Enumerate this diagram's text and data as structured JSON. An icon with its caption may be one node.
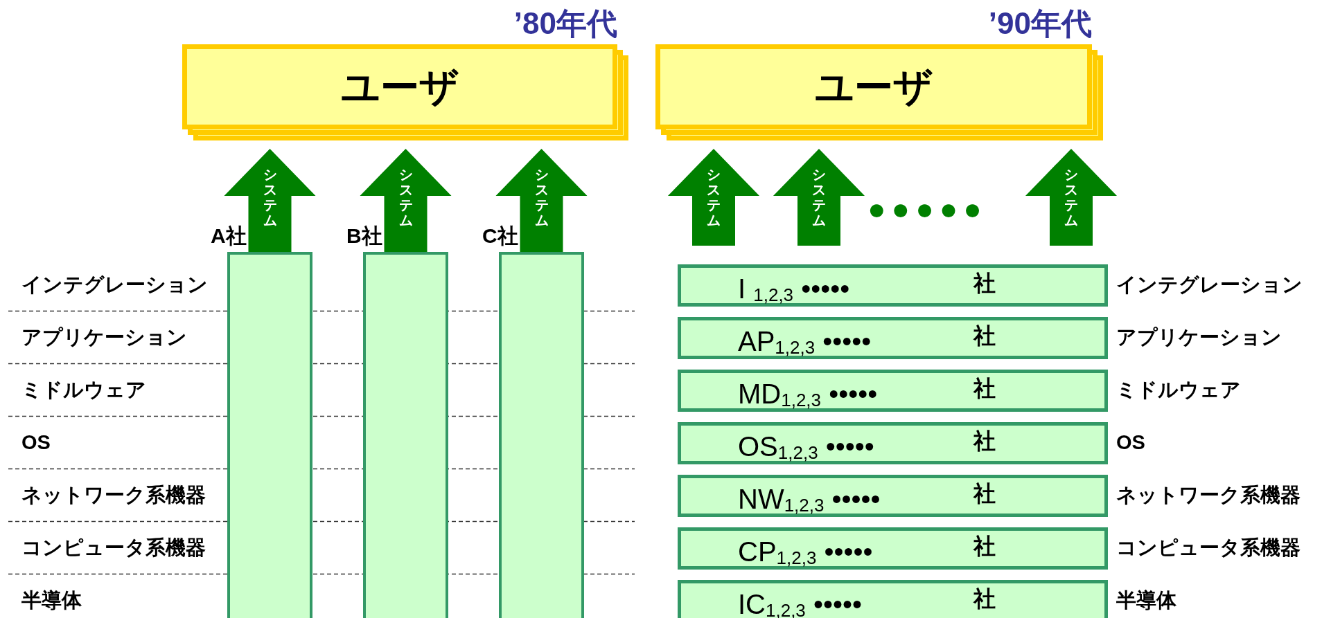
{
  "diagram": {
    "nodes": [
      {
        "text": [
          "ユーザ"
        ],
        "beside": [
          "’80年代"
        ]
      },
      {
        "text": [
          "ユーザ"
        ],
        "beside": [
          "’90年代"
        ]
      },
      {
        "text": [],
        "shape": "bar",
        "beside": [
          "A社"
        ]
      },
      {
        "text": [],
        "shape": "bar",
        "beside": [
          "B社"
        ]
      },
      {
        "text": [],
        "shape": "bar",
        "beside": [
          "C社"
        ]
      },
      {
        "text": [
          "I $_{1,2,3}$ •••••",
          "社"
        ]
      },
      {
        "text": [
          "AP$_{1,2,3}$ •••••",
          "社"
        ]
      },
      {
        "text": [
          "MD$_{1,2,3}$ •••••",
          "社"
        ]
      },
      {
        "text": [
          "OS$_{1,2,3}$ •••••",
          "社"
        ]
      },
      {
        "text": [
          "NW$_{1,2,3}$ •••••",
          "社"
        ]
      },
      {
        "text": [
          "CP$_{1,2,3}$ •••••",
          "社"
        ]
      },
      {
        "text": [
          "IC$_{1,2,3}$ •••••",
          "社"
        ]
      }
    ],
    "edges": [
      {
        "from": 2,
        "to": 0,
        "arrow": "to",
        "label": "システム"
      },
      {
        "from": 3,
        "to": 0,
        "arrow": "to",
        "label": "システム"
      },
      {
        "from": 4,
        "to": 0,
        "arrow": "to",
        "label": "システム"
      },
      {
        "from": null,
        "to": 1,
        "arrow": "to",
        "label": "システム"
      },
      {
        "from": null,
        "to": 1,
        "arrow": "to",
        "label": "システム"
      },
      {
        "from": null,
        "to": 1,
        "arrow": "to",
        "label": "システム"
      }
    ],
    "labels": [
      "●●●●●",
      "インテグレーション",
      "アプリケーション",
      "ミドルウェア",
      "OS",
      "ネットワーク系機器",
      "コンピュータ系機器",
      "半導体",
      "インテグレーション",
      "アプリケーション",
      "ミドルウェア",
      "OS",
      "ネットワーク系機器",
      "コンピュータ系機器",
      "半導体"
    ]
  }
}
